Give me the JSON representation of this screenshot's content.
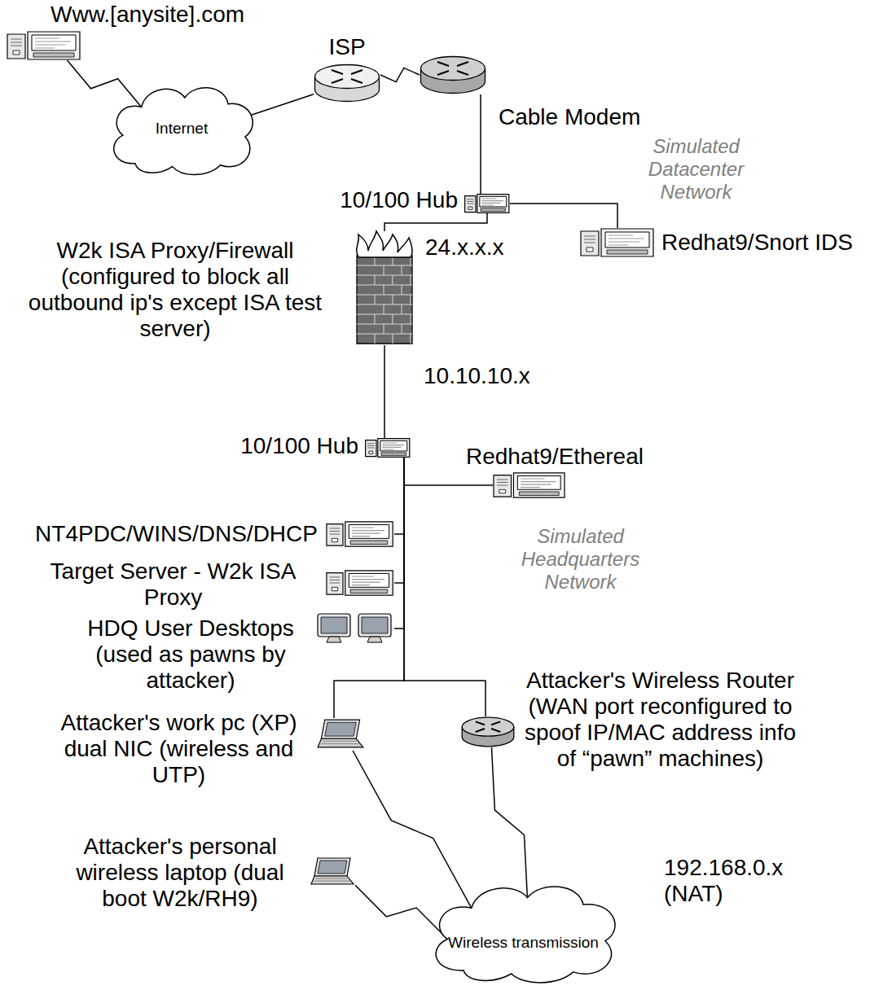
{
  "diagram": {
    "nodes": [
      {
        "text": [
          "Www.[anysite].com"
        ]
      },
      {
        "text": [
          "Internet"
        ]
      },
      {
        "text": [
          "ISP"
        ]
      },
      {
        "text": [
          "Cable Modem"
        ]
      },
      {
        "text": [
          "10/100 Hub"
        ]
      },
      {
        "text": [
          "Redhat9/Snort IDS"
        ]
      },
      {
        "text": [
          "W2k ISA Proxy/Firewall (configured to block all outbound ip's except ISA test server)"
        ]
      },
      {
        "text": [
          "10/100 Hub"
        ]
      },
      {
        "text": [
          "Redhat9/Ethereal"
        ]
      },
      {
        "text": [
          "NT4PDC/WINS/DNS/DHCP"
        ]
      },
      {
        "text": [
          "Target Server - W2k ISA Proxy"
        ]
      },
      {
        "text": [
          "HDQ User Desktops (used as pawns by attacker)"
        ]
      },
      {
        "text": [
          "Attacker's work pc (XP) dual NIC (wireless and UTP)"
        ]
      },
      {
        "text": [
          "Attacker's Wireless Router (WAN port reconfigured to spoof IP/MAC address info of “pawn” machines)"
        ]
      },
      {
        "text": [
          "Attacker's personal wireless laptop (dual boot W2k/RH9)"
        ]
      },
      {
        "text": [
          "Wireless transmission"
        ]
      }
    ],
    "edges": [
      {
        "from": 0,
        "to": 1,
        "arrow": "none"
      },
      {
        "from": 1,
        "to": 2,
        "arrow": "none"
      },
      {
        "from": 2,
        "to": 3,
        "arrow": "none"
      },
      {
        "from": 3,
        "to": 4,
        "arrow": "none"
      },
      {
        "from": 4,
        "to": 5,
        "arrow": "none"
      },
      {
        "from": 4,
        "to": 6,
        "arrow": "none"
      },
      {
        "from": 6,
        "to": 7,
        "arrow": "none"
      },
      {
        "from": 7,
        "to": 8,
        "arrow": "none"
      },
      {
        "from": 7,
        "to": 9,
        "arrow": "none"
      },
      {
        "from": 7,
        "to": 10,
        "arrow": "none"
      },
      {
        "from": 7,
        "to": 11,
        "arrow": "none"
      },
      {
        "from": 7,
        "to": 12,
        "arrow": "none"
      },
      {
        "from": 7,
        "to": 13,
        "arrow": "none"
      },
      {
        "from": 12,
        "to": 15,
        "arrow": "none"
      },
      {
        "from": 13,
        "to": 15,
        "arrow": "none"
      },
      {
        "from": 14,
        "to": 15,
        "arrow": "none"
      }
    ],
    "labels": [
      "Simulated Datacenter Network",
      "24.x.x.x",
      "10.10.10.x",
      "Simulated Headquarters Network",
      "192.168.0.x (NAT)"
    ]
  }
}
